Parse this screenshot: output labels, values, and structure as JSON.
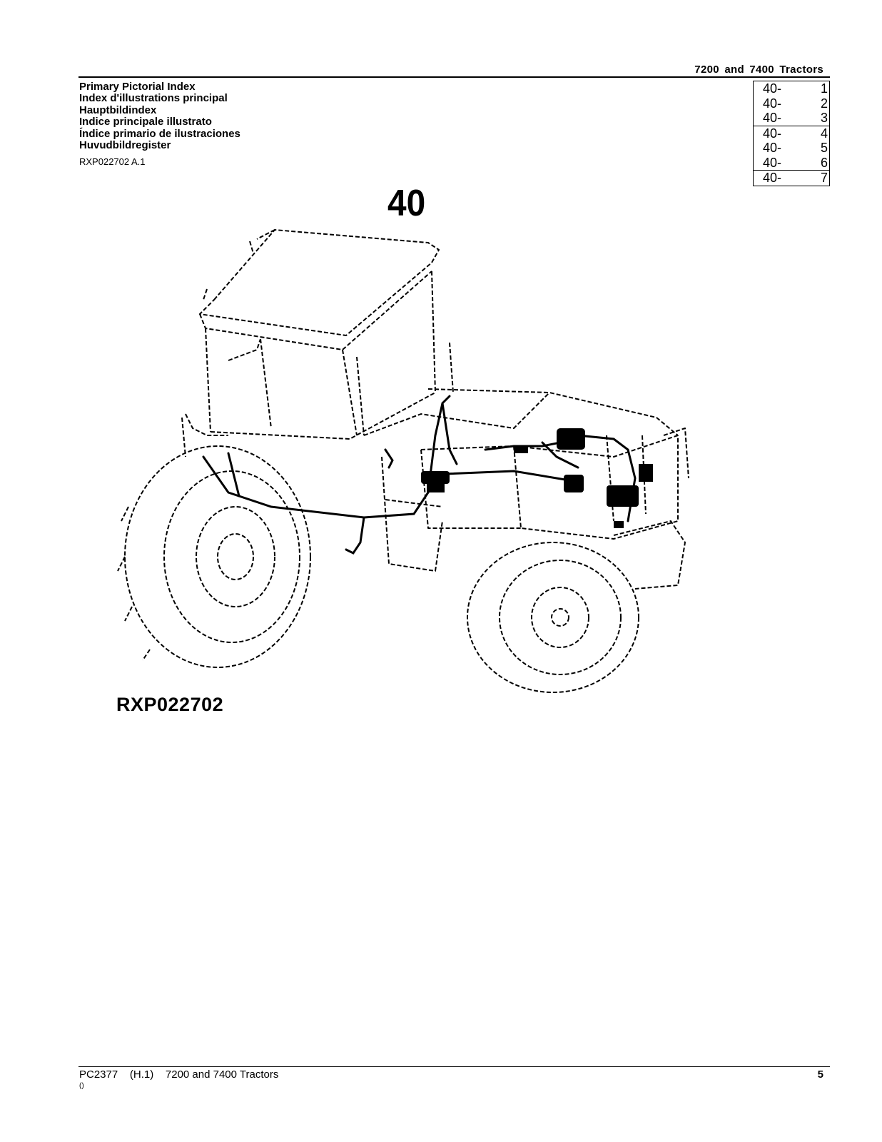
{
  "header": {
    "title": "7200  and  7400  Tractors"
  },
  "titles": [
    "Primary Pictorial Index",
    "Index d'illustrations principal",
    "Hauptbildindex",
    "Indice principale illustrato",
    "Índice primario de ilustraciones",
    "Huvudbildregister"
  ],
  "reference": "RXP022702 A.1",
  "index_groups": [
    [
      {
        "prefix": "40-",
        "page": "1"
      },
      {
        "prefix": "40-",
        "page": "2"
      },
      {
        "prefix": "40-",
        "page": "3"
      }
    ],
    [
      {
        "prefix": "40-",
        "page": "4"
      },
      {
        "prefix": "40-",
        "page": "5"
      },
      {
        "prefix": "40-",
        "page": "6"
      }
    ],
    [
      {
        "prefix": "40-",
        "page": "7"
      }
    ]
  ],
  "figure": {
    "section_number": "40",
    "label": "RXP022702"
  },
  "footer": {
    "left": "PC2377    (H.1)    7200 and 7400 Tractors",
    "page_number": "5",
    "sub": "()"
  }
}
